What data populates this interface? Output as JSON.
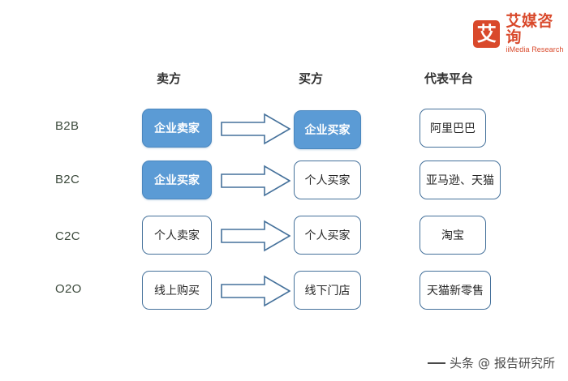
{
  "logo": {
    "mark_char": "艾",
    "name_cn": "艾媒咨询",
    "name_en": "iiMedia Research",
    "color": "#d9492b"
  },
  "headers": {
    "seller": "卖方",
    "buyer": "买方",
    "platform": "代表平台"
  },
  "colors": {
    "filled_box": "#5b9bd5",
    "box_border": "#45719b",
    "arrow_stroke": "#45719b",
    "text_dark": "#262626"
  },
  "rows": [
    {
      "label": "B2B",
      "seller": "企业卖家",
      "seller_style": "filled",
      "buyer": "企业买家",
      "buyer_style": "filled",
      "platform": "阿里巴巴",
      "arrow": "right-block-arrow"
    },
    {
      "label": "B2C",
      "seller": "企业买家",
      "seller_style": "filled",
      "buyer": "个人买家",
      "buyer_style": "outlined",
      "platform": "亚马逊、天猫",
      "arrow": "right-block-arrow"
    },
    {
      "label": "C2C",
      "seller": "个人卖家",
      "seller_style": "outlined",
      "buyer": "个人买家",
      "buyer_style": "outlined",
      "platform": "淘宝",
      "arrow": "right-block-arrow"
    },
    {
      "label": "O2O",
      "seller": "线上购买",
      "seller_style": "outlined",
      "buyer": "线下门店",
      "buyer_style": "outlined",
      "platform": "天猫新零售",
      "arrow": "right-block-arrow"
    }
  ],
  "watermark": {
    "source": "头条",
    "at": "@",
    "account": "报告研究所"
  }
}
